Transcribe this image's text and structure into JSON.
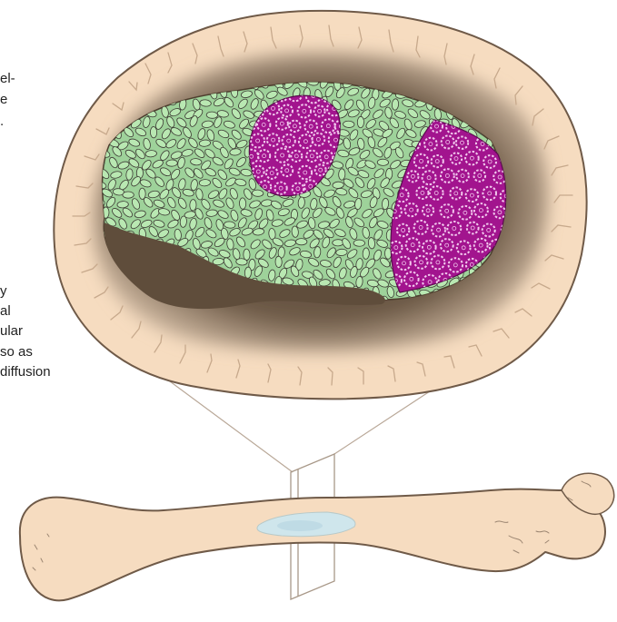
{
  "side_text": {
    "upper_fragments": [
      "el-",
      "e",
      "."
    ],
    "lower_fragments": [
      "y",
      "al",
      "ular",
      "so  as",
      "diffusion"
    ]
  },
  "colors": {
    "bone": "#f6dcc0",
    "bone_outline": "#6f5a48",
    "cortex_texture": "#c7a98c",
    "marrow_shadow": "#6b5845",
    "tumor_cells_green": "#b9e8b2",
    "cell_outline": "#3d3a34",
    "magenta_region": "#a2148e",
    "magenta_cells": "#f2c8ee",
    "periosteal_lesion": "#cfe6ec"
  }
}
